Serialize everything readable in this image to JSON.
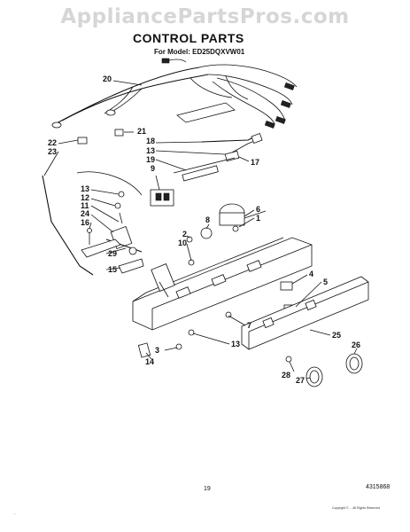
{
  "watermark": "AppliancePartsPros.com",
  "title": "CONTROL PARTS",
  "model_label": "For Model: ED25DQXVW01",
  "page_number": "19",
  "part_number": "4315868",
  "copyright": "Copyright © ... All Rights Reserved",
  "footer_stamp": "...",
  "callouts": [
    "20",
    "21",
    "18",
    "13",
    "19",
    "17",
    "9",
    "22",
    "23",
    "13",
    "12",
    "11",
    "24",
    "16",
    "29",
    "15",
    "6",
    "1",
    "8",
    "2",
    "10",
    "4",
    "5",
    "7",
    "13",
    "3",
    "14",
    "25",
    "26",
    "28",
    "27"
  ]
}
